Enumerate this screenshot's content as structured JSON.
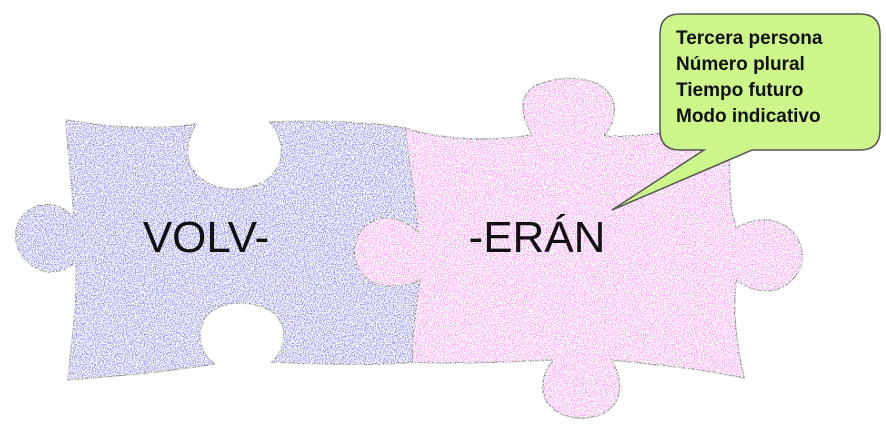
{
  "diagram": {
    "stem_piece": {
      "label": "VOLV-",
      "color": "#9999ee"
    },
    "ending_piece": {
      "label": "-ERÁN",
      "color": "#f7a9f0"
    },
    "callout": {
      "color": "#ccf58a",
      "lines": [
        "Tercera persona",
        "Número plural",
        "Tiempo futuro",
        "Modo indicativo"
      ]
    }
  }
}
